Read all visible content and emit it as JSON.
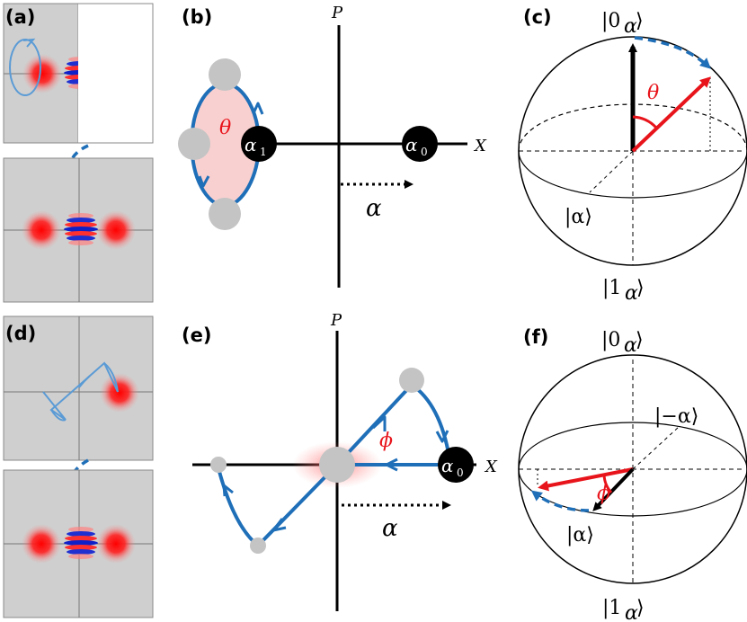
{
  "panels": {
    "a": "(a)",
    "b": "(b)",
    "c": "(c)",
    "d": "(d)",
    "e": "(e)",
    "f": "(f)"
  },
  "b": {
    "axis_p": "P",
    "axis_x": "X",
    "theta": "θ",
    "alpha1": "α",
    "alpha1_sub": "1",
    "alpha0": "α",
    "alpha0_sub": "0",
    "alpha": "α"
  },
  "c": {
    "top_ket": "|0",
    "top_sub": "α",
    "bottom_ket": "|1",
    "bottom_sub": "α",
    "theta": "θ",
    "alpha_ket": "|α⟩",
    "close": "⟩"
  },
  "e": {
    "axis_p": "P",
    "axis_x": "X",
    "phi": "ϕ",
    "alpha0": "α",
    "alpha0_sub": "0",
    "alpha": "α"
  },
  "f": {
    "top_ket": "|0",
    "top_sub": "α",
    "bottom_ket": "|1",
    "bottom_sub": "α",
    "minus_alpha_ket": "|−α⟩",
    "phi": "ϕ",
    "alpha_ket": "|α⟩",
    "close": "⟩"
  },
  "colors": {
    "blue": "#1f6fb8",
    "red": "#e8141b",
    "pink_fill": "#f9d0d0",
    "grey_ball": "#c4c4c4",
    "wigner_bg": "#cfcfcf"
  }
}
